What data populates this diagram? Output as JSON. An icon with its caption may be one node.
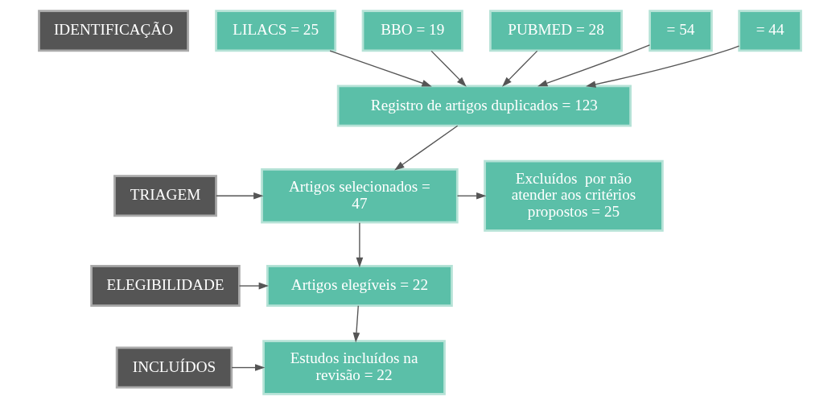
{
  "diagram": {
    "nodes": [
      {
        "text": [
          "IDENTIFICAÇÃO"
        ]
      },
      {
        "text": [
          "LILACS = 25"
        ]
      },
      {
        "text": [
          "BBO = 19"
        ]
      },
      {
        "text": [
          "PUBMED = 28"
        ]
      },
      {
        "text": [
          "= 54"
        ]
      },
      {
        "text": [
          "= 44"
        ]
      },
      {
        "text": [
          "Registro de artigos duplicados = 123"
        ]
      },
      {
        "text": [
          "TRIAGEM"
        ]
      },
      {
        "text": [
          "Artigos selecionados = 47"
        ]
      },
      {
        "text": [
          "Excluídos  por não atender aos critérios propostos = 25"
        ]
      },
      {
        "text": [
          "ELEGIBILIDADE"
        ]
      },
      {
        "text": [
          "Artigos elegíveis = 22"
        ]
      },
      {
        "text": [
          "INCLUÍDOS"
        ]
      },
      {
        "text": [
          "Estudos incluídos na revisão = 22"
        ]
      }
    ],
    "edges": [
      {
        "from": 1,
        "to": 6,
        "arrow": "to"
      },
      {
        "from": 2,
        "to": 6,
        "arrow": "to"
      },
      {
        "from": 3,
        "to": 6,
        "arrow": "to"
      },
      {
        "from": 4,
        "to": 6,
        "arrow": "to"
      },
      {
        "from": 5,
        "to": 6,
        "arrow": "to"
      },
      {
        "from": 6,
        "to": 8,
        "arrow": "to"
      },
      {
        "from": 7,
        "to": 8,
        "arrow": "to"
      },
      {
        "from": 8,
        "to": 9,
        "arrow": "to"
      },
      {
        "from": 8,
        "to": 11,
        "arrow": "to"
      },
      {
        "from": 10,
        "to": 11,
        "arrow": "to"
      },
      {
        "from": 11,
        "to": 13,
        "arrow": "to"
      },
      {
        "from": 12,
        "to": 13,
        "arrow": "to"
      }
    ]
  }
}
